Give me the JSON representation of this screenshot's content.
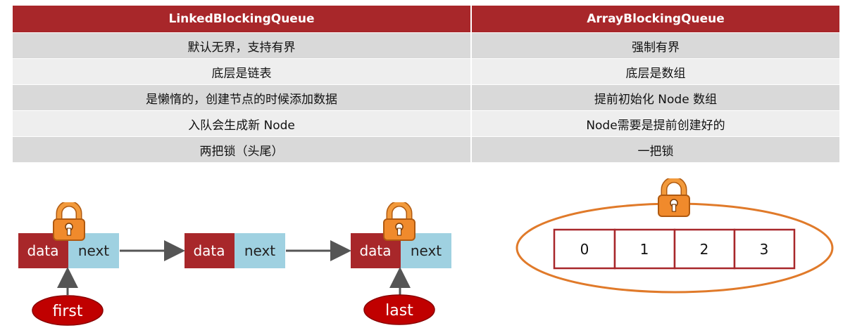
{
  "table": {
    "headers": [
      "LinkedBlockingQueue",
      "ArrayBlockingQueue"
    ],
    "rows": [
      [
        "默认无界，支持有界",
        "强制有界"
      ],
      [
        "底层是链表",
        "底层是数组"
      ],
      [
        "是懒惰的，创建节点的时候添加数据",
        "提前初始化 Node 数组"
      ],
      [
        "入队会生成新 Node",
        "Node需要是提前创建好的"
      ],
      [
        "两把锁（头尾）",
        "一把锁"
      ]
    ]
  },
  "linked_list": {
    "nodes": [
      {
        "data_label": "data",
        "next_label": "next",
        "locked": true
      },
      {
        "data_label": "data",
        "next_label": "next",
        "locked": false
      },
      {
        "data_label": "data",
        "next_label": "next",
        "locked": true
      }
    ],
    "pointers": [
      "first",
      "last"
    ]
  },
  "array": {
    "cells": [
      "0",
      "1",
      "2",
      "3"
    ],
    "locked": true
  },
  "colors": {
    "header_red": "#a8272a",
    "data_red": "#a8272a",
    "next_blue": "#9fd1e1",
    "lock_orange": "#f08a2c",
    "pointer_red": "#c00000",
    "ellipse_orange": "#e07a2a",
    "array_border": "#a8272a",
    "arrow_gray": "#555555"
  }
}
